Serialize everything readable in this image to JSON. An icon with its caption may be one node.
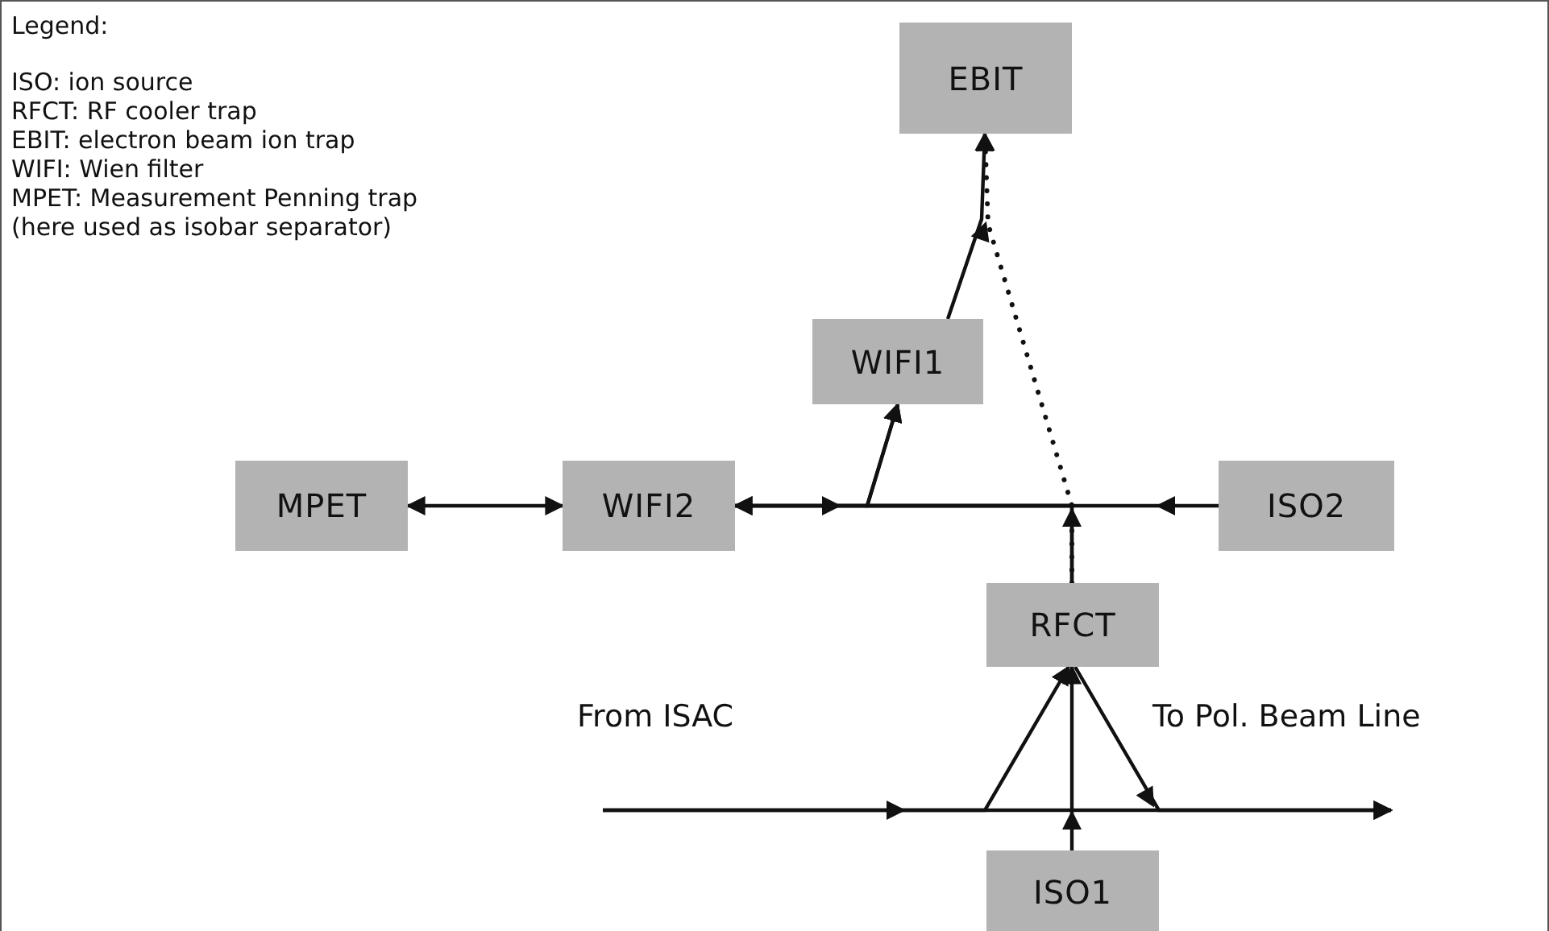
{
  "diagram": {
    "nodes": [
      {
        "text": [
          "EBIT"
        ]
      },
      {
        "text": [
          "WIFI1"
        ]
      },
      {
        "text": [
          "MPET"
        ]
      },
      {
        "text": [
          "WIFI2"
        ]
      },
      {
        "text": [
          "ISO2"
        ]
      },
      {
        "text": [
          "RFCT"
        ]
      },
      {
        "text": [
          "From ISAC"
        ]
      },
      {
        "text": [
          "To Pol. Beam Line"
        ]
      },
      {
        "text": [
          "ISO1"
        ]
      }
    ],
    "edges": [
      {
        "from": 2,
        "to": 3,
        "arrow": "both"
      },
      {
        "from": 3,
        "to": 1,
        "arrow": "to"
      },
      {
        "from": 4,
        "to": 3,
        "arrow": "to"
      },
      {
        "from": 5,
        "to": 1,
        "arrow": "to"
      },
      {
        "from": 5,
        "to": 3,
        "arrow": "to"
      },
      {
        "from": 5,
        "to": 0,
        "arrow": "to",
        "style": "dashed"
      },
      {
        "from": 1,
        "to": 0,
        "arrow": "to"
      },
      {
        "from": 6,
        "to": 7,
        "arrow": "to"
      },
      {
        "from": 6,
        "to": 5,
        "arrow": "to"
      },
      {
        "from": 8,
        "to": 5,
        "arrow": "to"
      },
      {
        "from": 5,
        "to": 7,
        "arrow": "to"
      }
    ],
    "labels": [
      "Legend:",
      "ISO: ion source",
      "RFCT: RF cooler trap",
      "EBIT: electron beam ion trap",
      "WIFI: Wien filter",
      "MPET: Measurement Penning trap",
      "(here used as isobar separator)"
    ]
  }
}
